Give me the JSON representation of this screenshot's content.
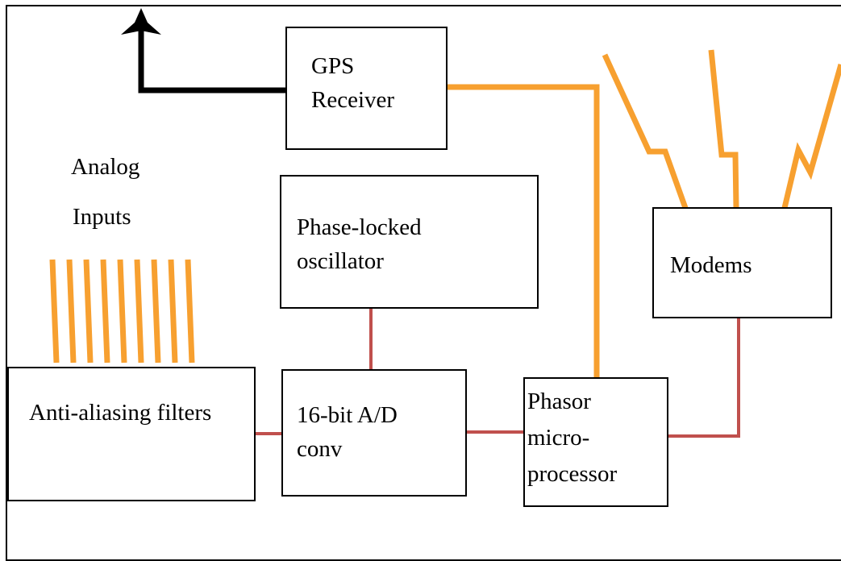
{
  "diagram": {
    "gps_receiver": {
      "line1": "GPS",
      "line2": "Receiver"
    },
    "analog_inputs": {
      "line1": "Analog",
      "line2": "Inputs"
    },
    "phase_locked_oscillator": {
      "line1": "Phase-locked",
      "line2": "oscillator"
    },
    "modems": {
      "label": "Modems"
    },
    "anti_aliasing_filters": {
      "label": "Anti-aliasing filters"
    },
    "ad_converter": {
      "line1": "16-bit A/D",
      "line2": "conv"
    },
    "phasor_microprocessor": {
      "line1": "Phasor",
      "line2": "micro-",
      "line3": "processor"
    }
  },
  "colors": {
    "orange_wire": "#F7A030",
    "red_wire": "#C0504D",
    "black_wire": "#000000",
    "block_border": "#000000"
  },
  "icons": [
    "antenna-icon",
    "lightning-bolt-icon"
  ]
}
